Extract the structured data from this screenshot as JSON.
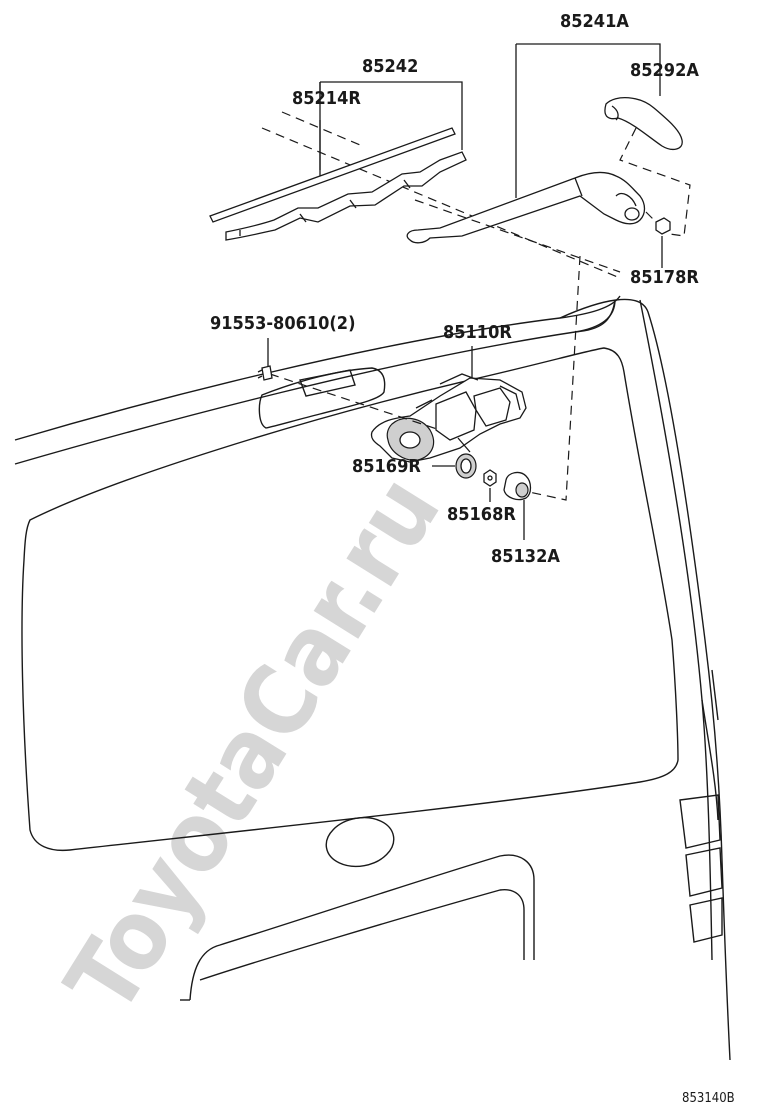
{
  "watermark": "ToyotaCar.ru",
  "figure_id": "853140B",
  "parts": [
    {
      "id": "85241A"
    },
    {
      "id": "85292A"
    },
    {
      "id": "85242"
    },
    {
      "id": "85214R"
    },
    {
      "id": "85178R"
    },
    {
      "id": "91553-80610(2)"
    },
    {
      "id": "85110R"
    },
    {
      "id": "85169R"
    },
    {
      "id": "85168R"
    },
    {
      "id": "85132A"
    }
  ]
}
